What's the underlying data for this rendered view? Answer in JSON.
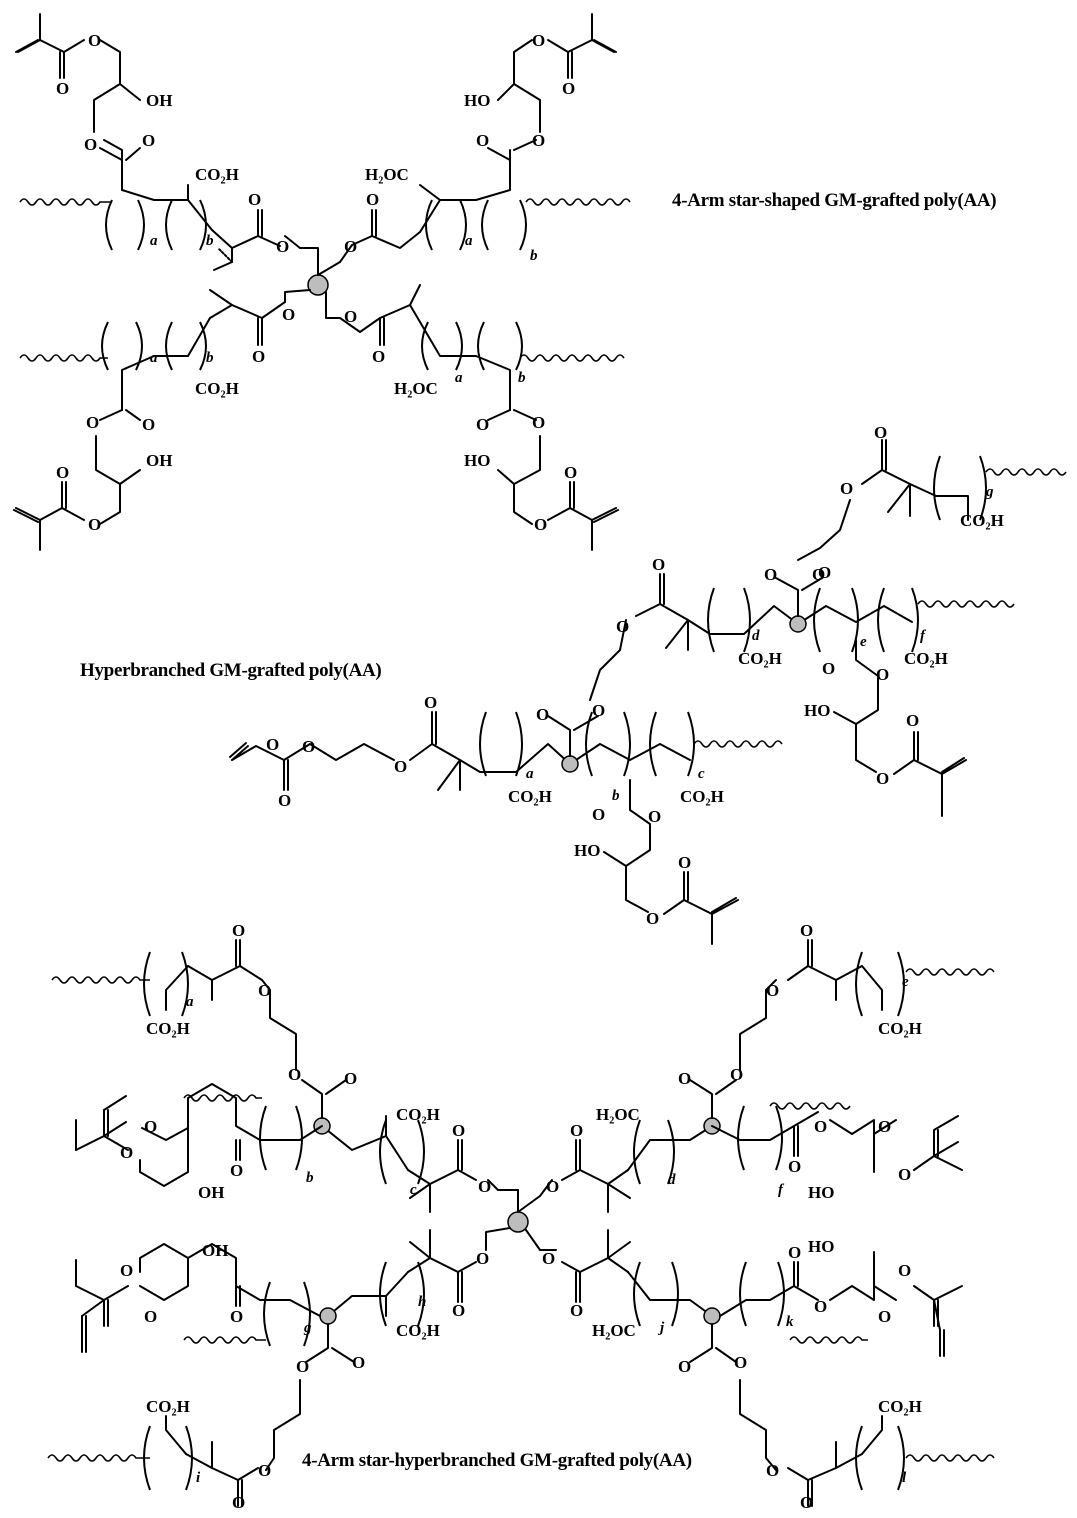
{
  "captions": {
    "star": "4-Arm star-shaped GM-grafted poly(AA)",
    "hyper": "Hyperbranched GM-grafted poly(AA)",
    "star_hyper": "4-Arm star-hyperbranched GM-grafted poly(AA)"
  },
  "atoms": {
    "O": "O",
    "OH": "OH",
    "HO": "HO",
    "CO2H": "CO₂H",
    "H2OC": "H₂OC"
  },
  "subscripts": {
    "a": "a",
    "b": "b",
    "c": "c",
    "d": "d",
    "e": "e",
    "f": "f",
    "g": "g",
    "h": "h",
    "i": "i",
    "j": "j",
    "k": "k",
    "l": "l"
  },
  "colors": {
    "core_node": "#bdbdbd",
    "line": "#000000"
  }
}
